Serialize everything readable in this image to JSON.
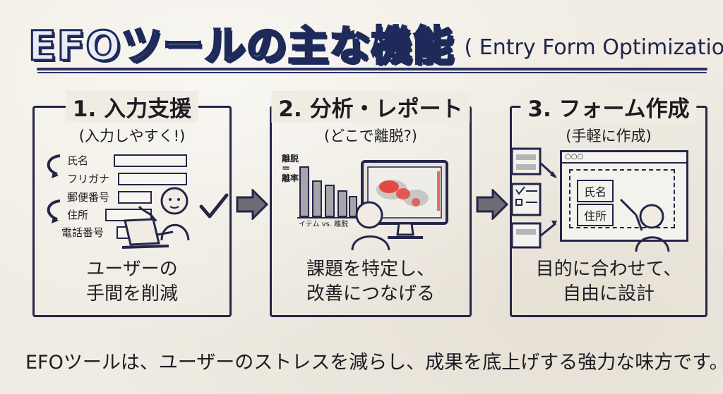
{
  "title": {
    "main": "EFOツールの主な機能",
    "sub": "( Entry Form Optimization )"
  },
  "panels": [
    {
      "title": "1. 入力支援",
      "subtitle": "(入力しやすく!)",
      "form_labels": [
        "氏名",
        "フリガナ",
        "郵便番号",
        "住所",
        "電話番号"
      ],
      "footer": "ユーザーの\n手間を削減"
    },
    {
      "title": "2. 分析・レポート",
      "subtitle": "(どこで離脱?)",
      "chart_axis_label": "離脱\n＝\n離率",
      "chart_caption": "イテム vs. 離脱",
      "footer": "課題を特定し、\n改善につなげる"
    },
    {
      "title": "3. フォーム作成",
      "subtitle": "(手軽に作成)",
      "box_labels": [
        "氏名",
        "住所"
      ],
      "footer": "目的に合わせて、\n自由に設計"
    }
  ],
  "bottom_text": "EFOツールは、ユーザーのストレスを減らし、成果を底上げする強力な味方です。",
  "colors": {
    "ink": "#25254a",
    "title_ink": "#1e2a5a",
    "heat": "#e8332b"
  }
}
